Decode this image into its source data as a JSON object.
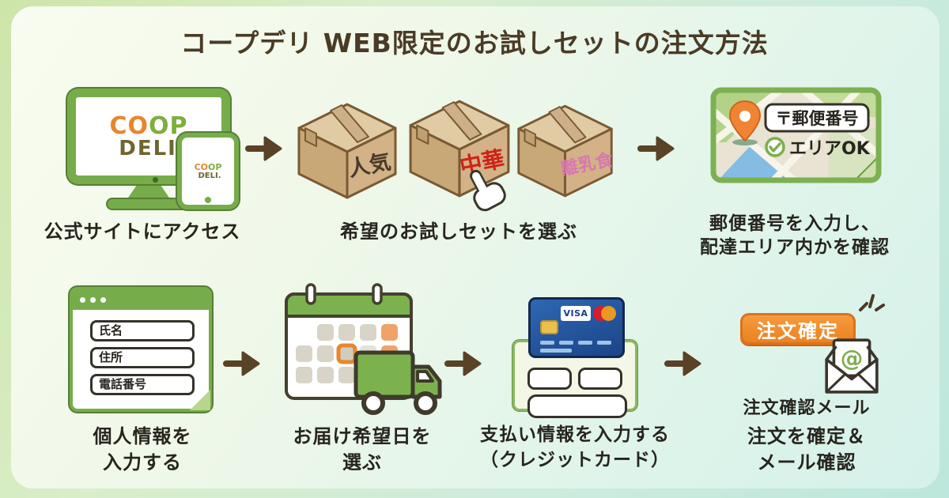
{
  "title": "コープデリ WEB限定のお試しセットの注文方法",
  "brand": {
    "logo_co": "CO",
    "logo_op": "OP",
    "logo_deli": "DELI."
  },
  "steps": {
    "access": {
      "caption": "公式サイトにアクセス"
    },
    "choose": {
      "caption": "希望のお試しセットを選ぶ",
      "boxes": [
        "人気",
        "中華",
        "離乳食"
      ]
    },
    "postal": {
      "caption_line1": "郵便番号を入力し、",
      "caption_line2": "配達エリア内かを確認",
      "postal_label": "〒郵便番号",
      "area_ok_label": "エリアOK"
    },
    "personal": {
      "caption_line1": "個人情報を",
      "caption_line2": "入力する",
      "fields": [
        "氏名",
        "住所",
        "電話番号"
      ]
    },
    "delivery": {
      "caption_line1": "お届け希望日を",
      "caption_line2": "選ぶ"
    },
    "payment": {
      "caption_line1": "支払い情報を入力する",
      "caption_line2": "（クレジットカード）",
      "card_brand": "VISA"
    },
    "confirm": {
      "button_label": "注文確定",
      "mail_label": "注文確認メール",
      "at_symbol": "@",
      "caption_line1": "注文を確定＆",
      "caption_line2": "メール確認"
    }
  },
  "colors": {
    "accent_green": "#76ad4a",
    "accent_orange": "#ef8a2b",
    "brand_orange": "#e8862c",
    "brand_olive": "#6f6530",
    "arrow_brown": "#5a4226"
  }
}
